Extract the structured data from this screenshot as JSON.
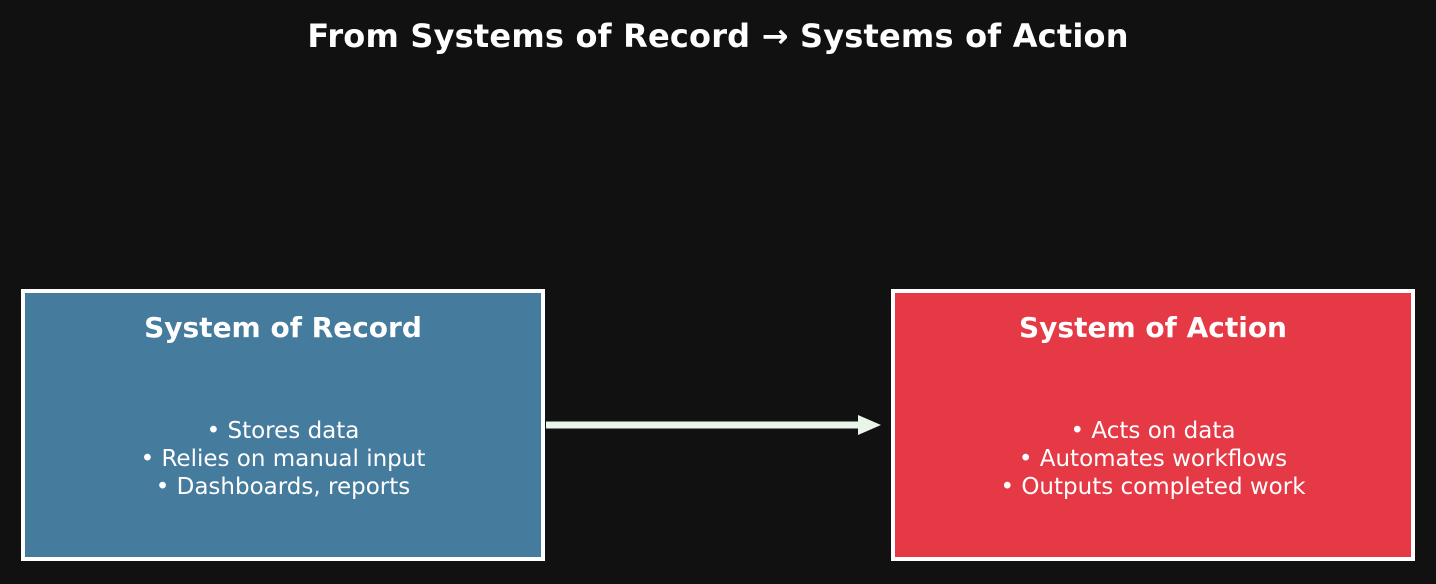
{
  "diagram": {
    "title": "From Systems of Record → Systems of Action",
    "background_color": "#111111",
    "nodes": [
      {
        "id": "system-of-record",
        "heading": "System of Record",
        "fill_color": "#457b9d",
        "border_color": "#ffffff",
        "text_color": "#ffffff",
        "bullets": [
          "• Stores data",
          "• Relies on manual input",
          "• Dashboards, reports"
        ]
      },
      {
        "id": "system-of-action",
        "heading": "System of Action",
        "fill_color": "#e63946",
        "border_color": "#ffffff",
        "text_color": "#ffffff",
        "bullets": [
          "• Acts on data",
          "• Automates workflows",
          "• Outputs completed work"
        ]
      }
    ],
    "connector": {
      "id": "record-to-action-arrow",
      "direction": "right",
      "color": "#eaf5ea",
      "label": ""
    }
  }
}
